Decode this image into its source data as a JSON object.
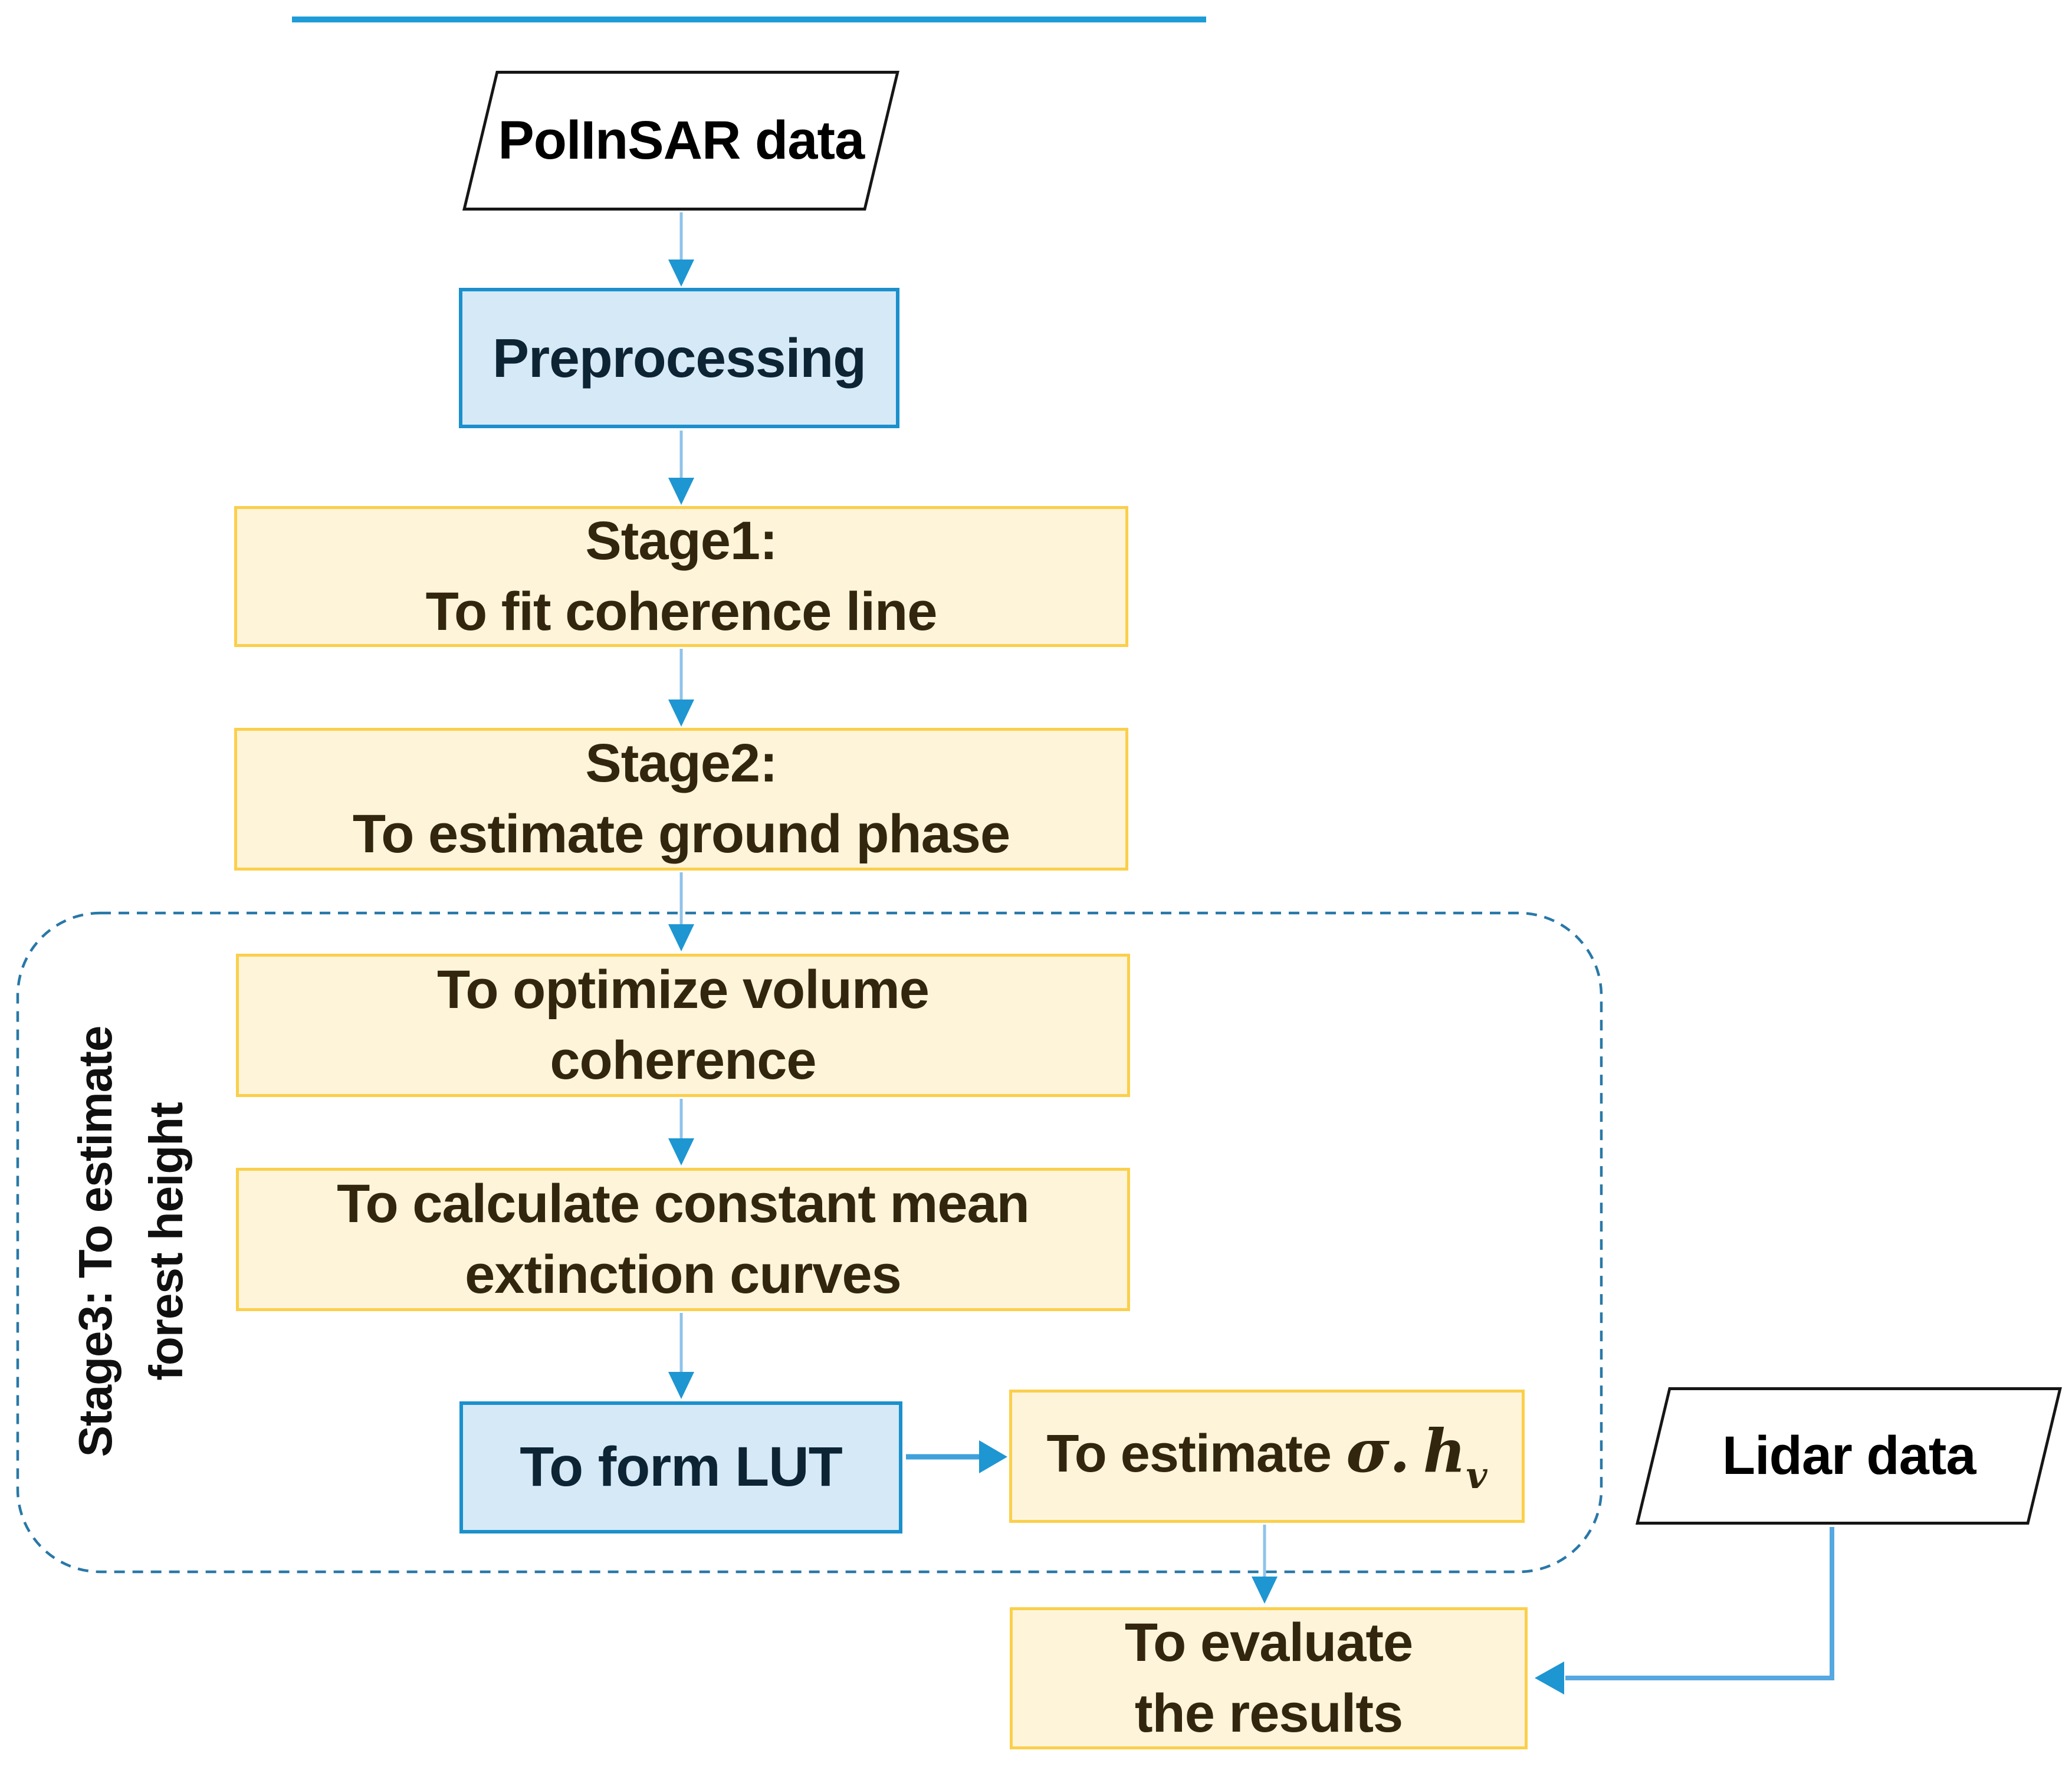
{
  "colors": {
    "topline": "#1e9cd7",
    "stage_fill": "#fdf4da",
    "stage_border": "#fbcf4b",
    "process_fill": "#d6e9f7",
    "process_border": "#1b90cc",
    "io_border": "#161616",
    "arrow_shaft": "#8fc3ea",
    "arrow_head": "#1e96d2",
    "arrow_strong": "#3ea1dc",
    "lidar_arrow": "#56a8e0",
    "dash": "#2878a8",
    "text_stage": "#33260e",
    "text_process": "#0d2435",
    "text_io": "#000000"
  },
  "nodes": {
    "polinsar": {
      "label": "PolInSAR data"
    },
    "preprocessing": {
      "label": "Preprocessing"
    },
    "stage1": {
      "lines": [
        "Stage1:",
        "To fit coherence line"
      ]
    },
    "stage2": {
      "lines": [
        "Stage2:",
        "To estimate ground phase"
      ]
    },
    "optimize": {
      "lines": [
        "To optimize volume",
        "coherence"
      ]
    },
    "calculate": {
      "lines": [
        "To calculate constant mean",
        "extinction curves"
      ]
    },
    "form_lut": {
      "label": "To form LUT"
    },
    "estimate_sigma": {
      "prefix": "To estimate",
      "sigma": "σ.",
      "h": "h",
      "sub": "v"
    },
    "lidar": {
      "label": "Lidar data"
    },
    "evaluate": {
      "lines": [
        "To evaluate",
        "the results"
      ]
    }
  },
  "stage3_container": {
    "label_lines": [
      "Stage3: To estimate",
      "forest height"
    ]
  }
}
